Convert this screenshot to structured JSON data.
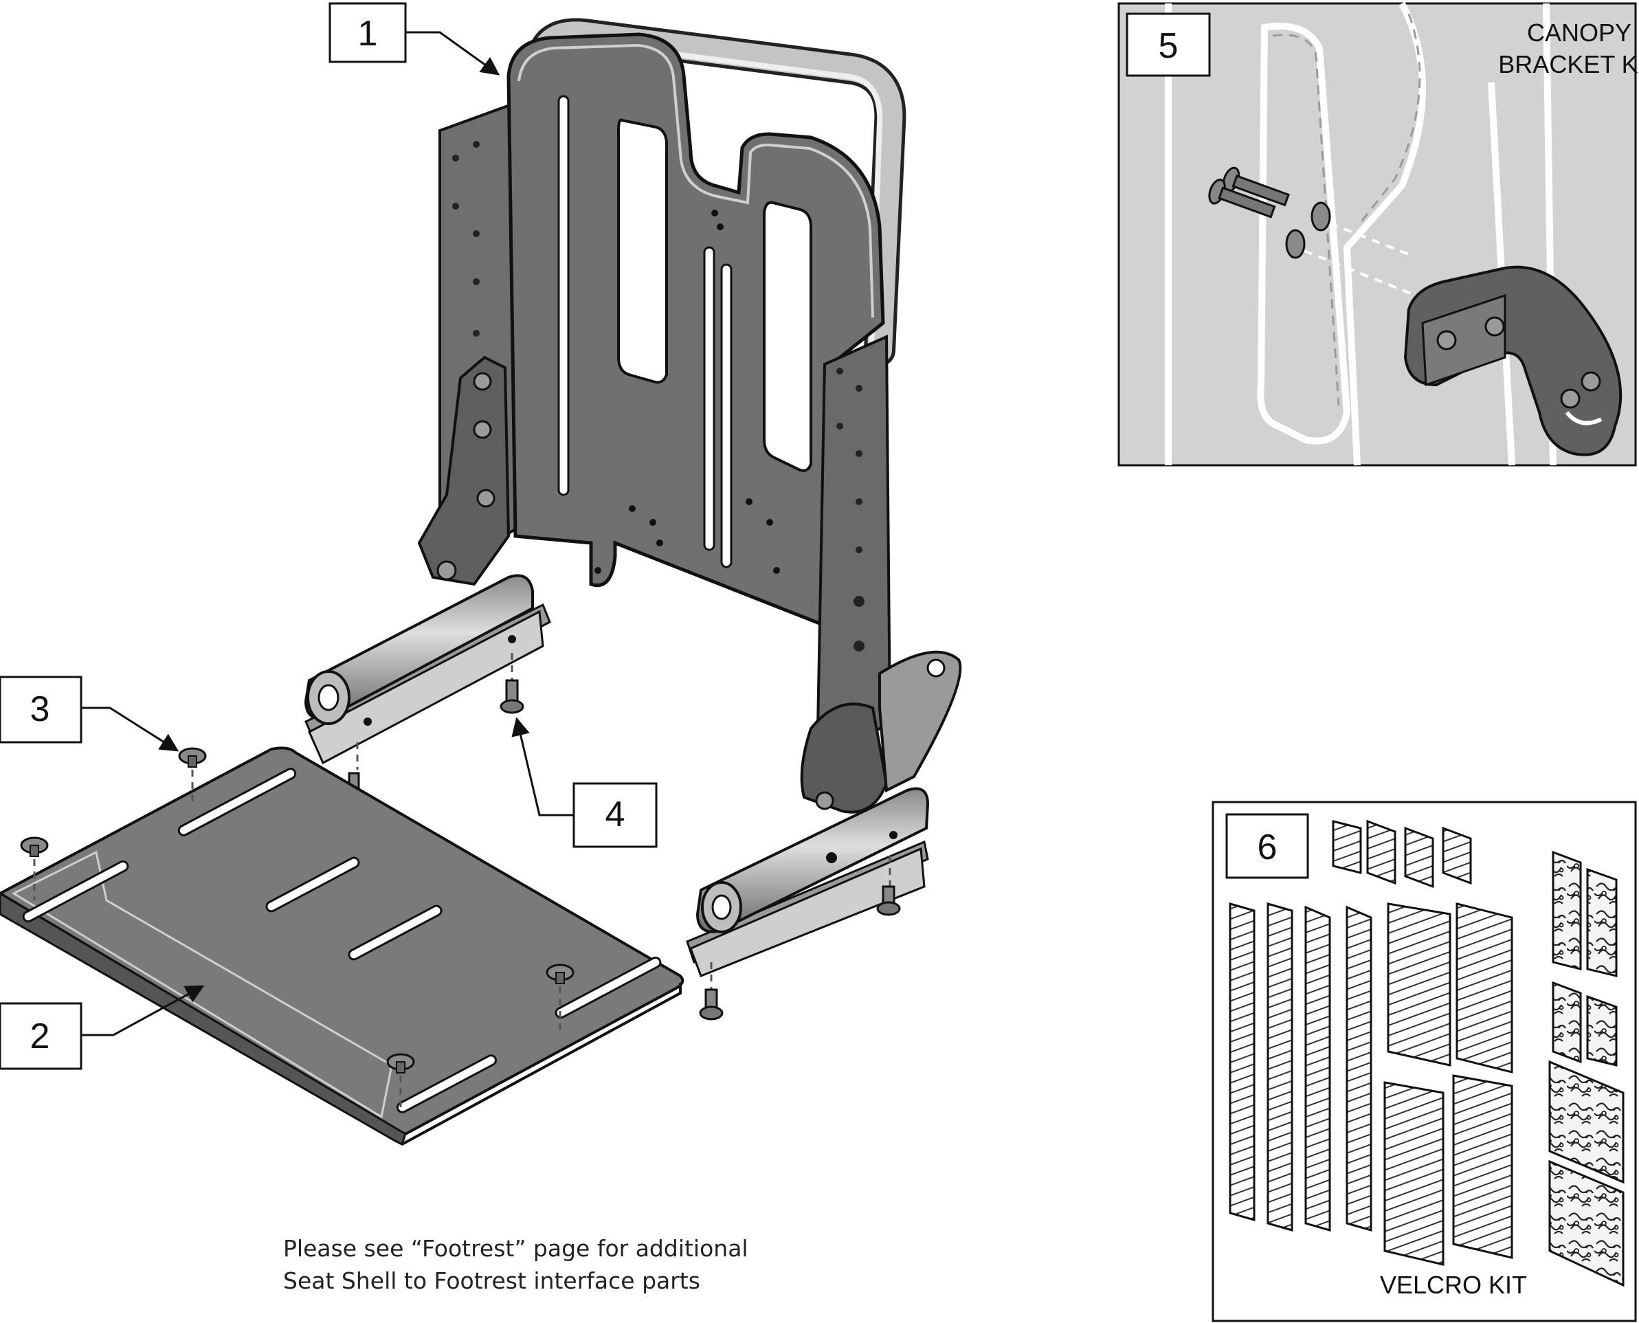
{
  "callouts": [
    {
      "id": "1",
      "label": "1"
    },
    {
      "id": "2",
      "label": "2"
    },
    {
      "id": "3",
      "label": "3"
    },
    {
      "id": "4",
      "label": "4"
    },
    {
      "id": "5",
      "label": "5"
    },
    {
      "id": "6",
      "label": "6"
    }
  ],
  "kits": {
    "canopy_line1": "CANOPY",
    "canopy_line2": "BRACKET KIT",
    "velcro": "VELCRO KIT"
  },
  "note": {
    "line1": "Please see “Footrest” page for additional",
    "line2": "Seat Shell to Footrest interface parts"
  },
  "colors": {
    "part_dark": "#6e6e6e",
    "part_mid": "#8a8a8a",
    "part_light": "#b5b5b5",
    "inset_bg": "#d2d2d2",
    "outline": "#111111"
  }
}
